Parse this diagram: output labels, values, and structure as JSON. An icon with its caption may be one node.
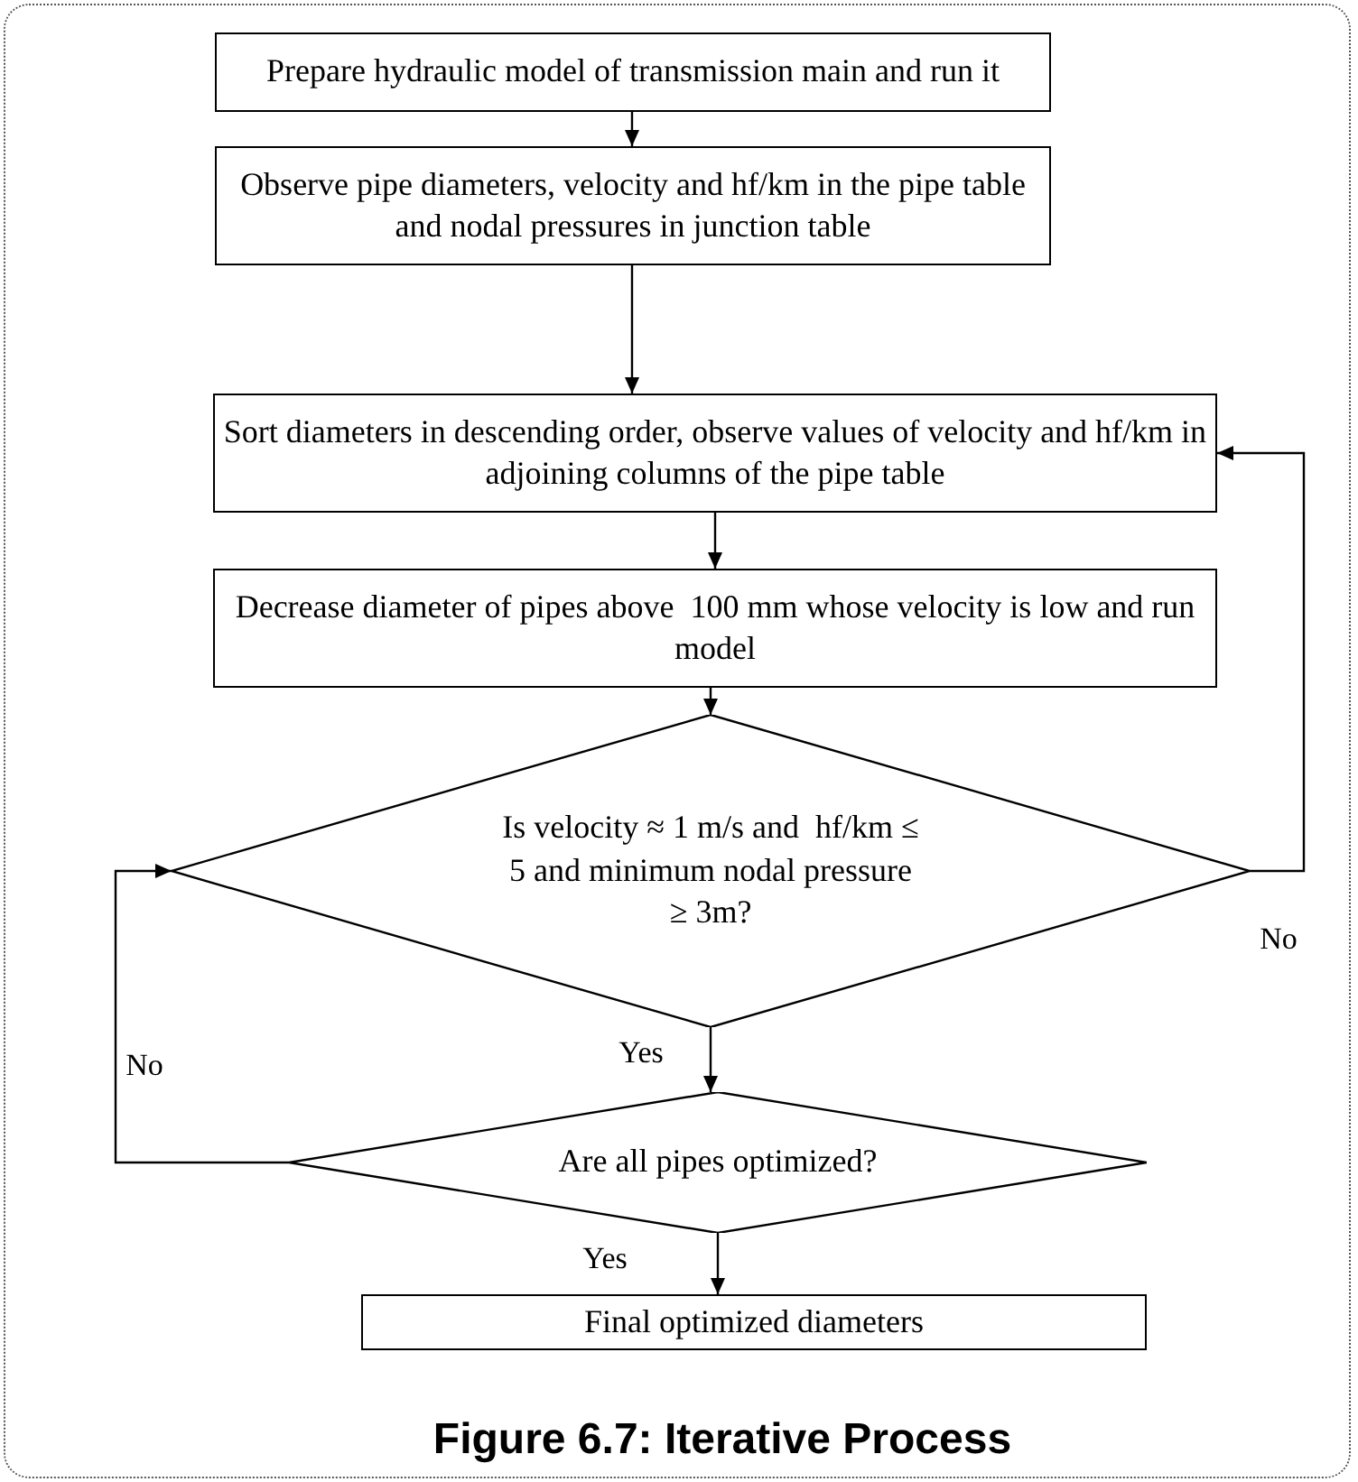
{
  "diagram": {
    "caption": "Figure 6.7:  Iterative Process",
    "nodes": [
      {
        "text": [
          "Prepare hydraulic model of transmission main and run it"
        ]
      },
      {
        "text": [
          "Observe pipe diameters, velocity and hf/km in the pipe table and nodal pressures in junction table"
        ]
      },
      {
        "text": [
          "Sort diameters in descending order, observe values of velocity and hf/km in adjoining columns of the pipe table"
        ]
      },
      {
        "text": [
          "Decrease diameter of pipes above  100 mm whose velocity is low and run model"
        ]
      },
      {
        "text": [
          "Is velocity ≈ 1 m/s and  hf/km ≤ 5 and minimum nodal pressure ≥ 3m?"
        ]
      },
      {
        "text": [
          "Are all pipes optimized?"
        ]
      },
      {
        "text": [
          "Final optimized diameters"
        ]
      }
    ],
    "edges": [
      {
        "from": 0,
        "to": 1,
        "arrow": "to"
      },
      {
        "from": 1,
        "to": 2,
        "arrow": "to"
      },
      {
        "from": 2,
        "to": 3,
        "arrow": "to"
      },
      {
        "from": 3,
        "to": 4,
        "arrow": "to"
      },
      {
        "from": 4,
        "to": 5,
        "arrow": "to",
        "label": "Yes"
      },
      {
        "from": 4,
        "to": 2,
        "arrow": "to",
        "label": "No"
      },
      {
        "from": 5,
        "to": 6,
        "arrow": "to",
        "label": "Yes"
      },
      {
        "from": 5,
        "to": 4,
        "arrow": "to",
        "label": "No"
      }
    ]
  }
}
